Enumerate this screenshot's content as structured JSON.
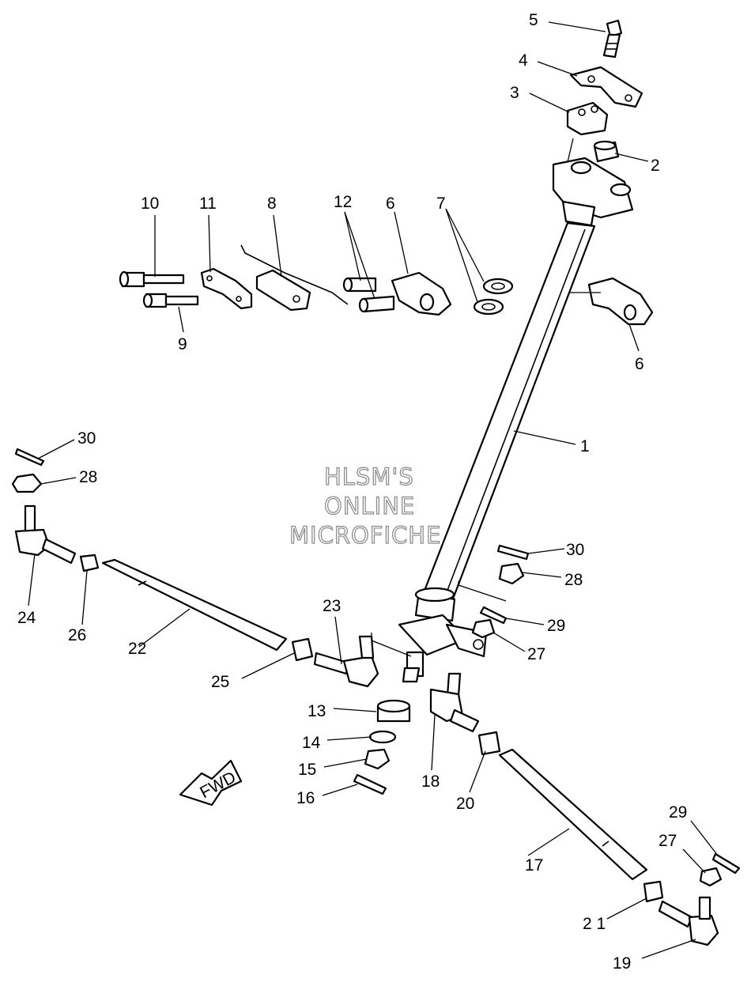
{
  "watermark": {
    "line1": "HLSM'S",
    "line2": "ONLINE",
    "line3": "MICROFICHE"
  },
  "badge": {
    "text": "FWD"
  },
  "callouts": {
    "c1": "1",
    "c2": "2",
    "c3": "3",
    "c4": "4",
    "c5": "5",
    "c6a": "6",
    "c6b": "6",
    "c7": "7",
    "c8": "8",
    "c9": "9",
    "c10": "10",
    "c11": "11",
    "c12": "12",
    "c13": "13",
    "c14": "14",
    "c15": "15",
    "c16": "16",
    "c17": "17",
    "c18": "18",
    "c19": "19",
    "c20": "20",
    "c21": "2 1",
    "c22": "22",
    "c23": "23",
    "c24": "24",
    "c25": "25",
    "c26": "26",
    "c27a": "27",
    "c27b": "27",
    "c28a": "28",
    "c28b": "28",
    "c29a": "29",
    "c29b": "29",
    "c30a": "30",
    "c30b": "30"
  }
}
